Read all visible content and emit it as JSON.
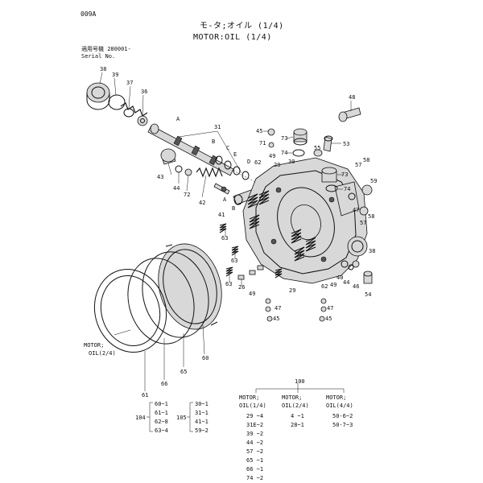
{
  "page_code": "009A",
  "title_jp": "モ-タ;オイル (1/4)",
  "title_en": "MOTOR:OIL (1/4)",
  "serial_jp": "適用号機 280001-",
  "serial_en": "Serial No.",
  "motor_ref": "MOTOR;\nOIL(2/4)",
  "motor_ref_l1": "MOTOR;",
  "motor_ref_l2": "OIL(2/4)",
  "callouts": {
    "c38a": "38",
    "c39": "39",
    "c37": "37",
    "c36": "36",
    "c31": "31",
    "cA1": "A",
    "cB1": "B",
    "cC1": "C",
    "cE1": "E",
    "cD1": "D",
    "c48": "48",
    "c45a": "45",
    "c73a": "73",
    "c71": "71",
    "c74a": "74",
    "c49a": "49",
    "c55": "55",
    "c53": "53",
    "c43": "43",
    "c44a": "44",
    "c72": "72",
    "c42": "42",
    "c41": "41",
    "cA2": "A",
    "cB2": "B",
    "c62a": "62",
    "c29a": "29",
    "c30": "30",
    "c58": "58",
    "c57a": "57",
    "c73b": "73",
    "c74b": "74",
    "c59": "59",
    "c47a": "47",
    "c57b": "57",
    "c58b": "58",
    "c63a": "63",
    "c63b": "63",
    "c63c": "63",
    "c26": "26",
    "c38b": "38",
    "c40": "40",
    "c44b": "44",
    "c46": "46",
    "c54": "54",
    "c62b": "62",
    "c49b": "49",
    "c29b": "29",
    "c49c": "49",
    "c47b": "47",
    "c45b": "45",
    "c47c": "47",
    "c45c": "45",
    "c60": "60",
    "c61": "61",
    "c66": "66",
    "c65": "65"
  },
  "table": {
    "top_num": "100",
    "col_heads": [
      {
        "l1": "MOTOR;",
        "l2": "OIL(1/4)"
      },
      {
        "l1": "MOTOR;",
        "l2": "OIL(2/4)"
      },
      {
        "l1": "MOTOR;",
        "l2": "OIL(4/4)"
      }
    ],
    "col1": [
      "29 ~4",
      "31E~2",
      "39 ~2",
      "44 ~2",
      "57 ~2",
      "65 ~1",
      "66 ~1",
      "74 ~2"
    ],
    "col2": [
      "4 ~1",
      "28~1"
    ],
    "col3": [
      "50-6~2",
      "50-7~3"
    ],
    "set104": {
      "label": "104",
      "items": [
        "60~1",
        "61~1",
        "62~8",
        "63~4"
      ]
    },
    "set105": {
      "label": "105",
      "items": [
        "30~1",
        "31~1",
        "41~1",
        "59~2"
      ]
    }
  }
}
